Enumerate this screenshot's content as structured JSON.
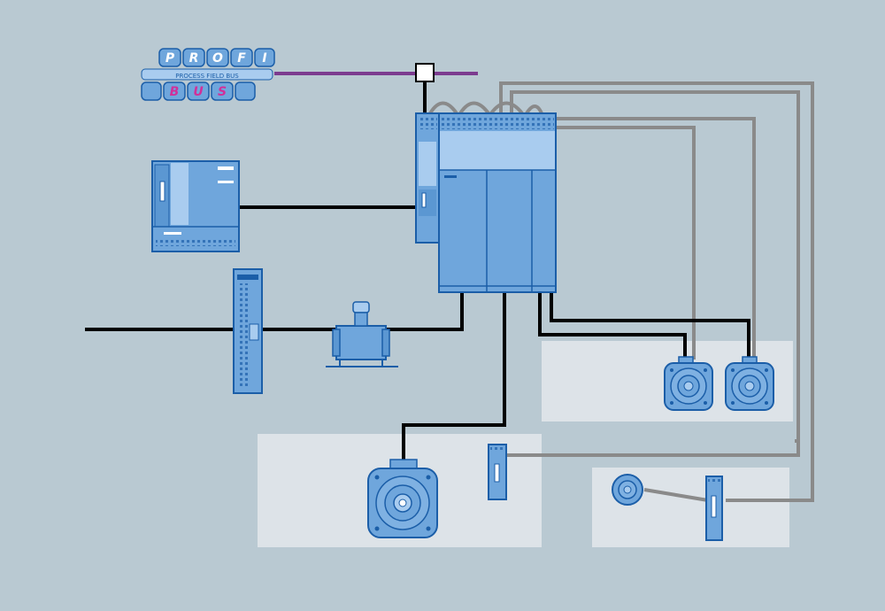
{
  "logo": {
    "profi_letters": [
      "P",
      "R",
      "O",
      "F",
      "I"
    ],
    "bus_letters": [
      "B",
      "U",
      "S"
    ],
    "tagline": "PROCESS FIELD BUS"
  },
  "colors": {
    "background": "#b9c9d2",
    "panel": "#dde3e8",
    "device_fill": "#6fa6dc",
    "device_light": "#a9ccef",
    "device_stroke": "#1b5ea8",
    "power_cable": "#000000",
    "encoder_cable": "#8a8a8a",
    "profibus_line": "#7c3b8f",
    "bus_letter_color": "#d0309a"
  },
  "components": [
    "profibus-logo",
    "plc-controller",
    "drive-control-unit",
    "drive-line-module",
    "drive-motor-modules",
    "line-filter",
    "line-reactor",
    "large-servo-motor",
    "encoder-module-1",
    "servo-motor-1",
    "servo-motor-2",
    "small-motor",
    "encoder-module-2"
  ]
}
